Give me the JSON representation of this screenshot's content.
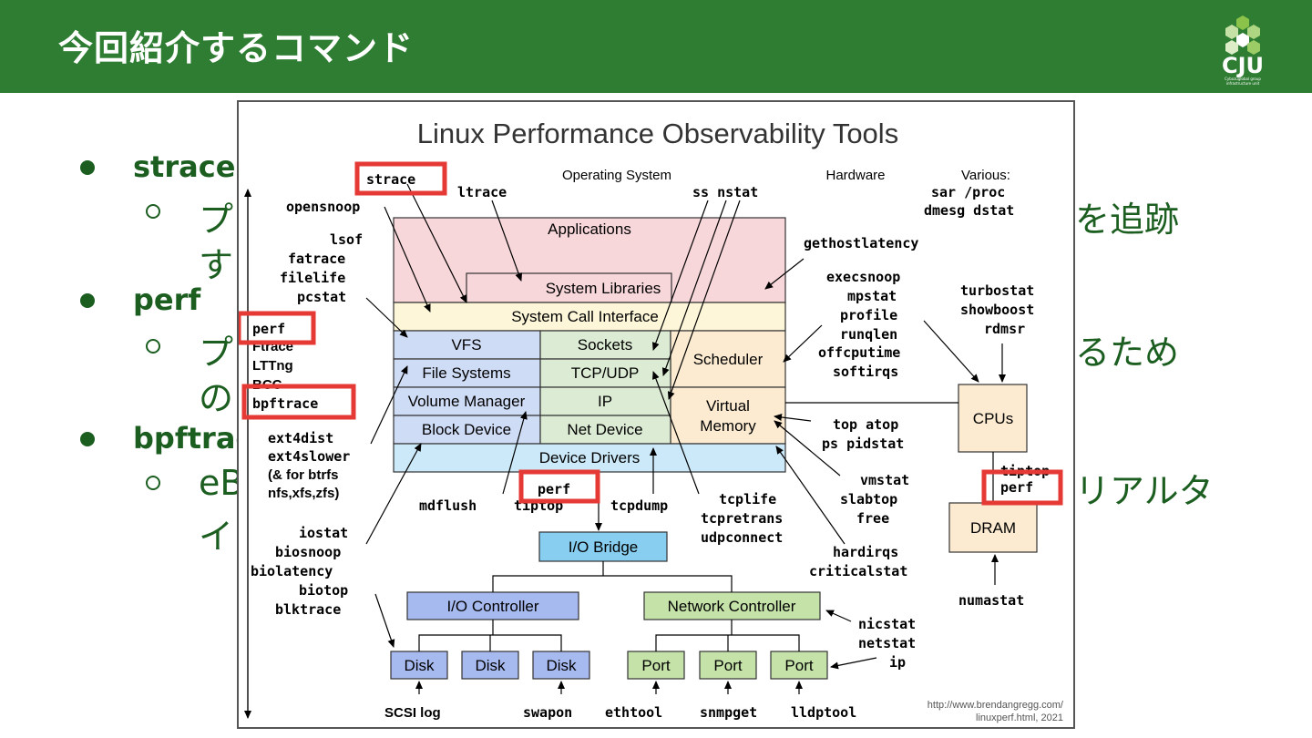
{
  "slide": {
    "title": "今回紹介するコマンド",
    "logo_text": "CJU",
    "logo_subtitle": "Cybozuglobal group infrastructure unit",
    "bullets": [
      {
        "name": "strace",
        "sub_line1": "プ",
        "sub_line1_right": "を追跡",
        "sub_line2": "す"
      },
      {
        "name": "perf",
        "sub_line1": "プ",
        "sub_line1_right": "るため",
        "sub_line2": "の"
      },
      {
        "name": "bpftrac",
        "sub_line1": "eB",
        "sub_line1_right": "リアルタ",
        "sub_line2": "イ"
      }
    ]
  },
  "diagram": {
    "title": "Linux Performance Observability Tools",
    "headings": {
      "os": "Operating System",
      "hw": "Hardware",
      "various": "Various:"
    },
    "various_tools": [
      "sar /proc",
      "dmesg dstat"
    ],
    "layers": {
      "applications": "Applications",
      "system_libraries": "System Libraries",
      "system_call_interface": "System Call Interface",
      "vfs": "VFS",
      "sockets": "Sockets",
      "scheduler": "Scheduler",
      "file_systems": "File Systems",
      "tcp_udp": "TCP/UDP",
      "volume_manager": "Volume Manager",
      "ip": "IP",
      "virtual_memory_1": "Virtual",
      "virtual_memory_2": "Memory",
      "block_device": "Block Device",
      "net_device": "Net Device",
      "device_drivers": "Device Drivers",
      "io_bridge": "I/O Bridge",
      "io_controller": "I/O Controller",
      "network_controller": "Network Controller",
      "disk": "Disk",
      "port": "Port",
      "cpus": "CPUs",
      "dram": "DRAM"
    },
    "tools": {
      "strace": "strace",
      "ltrace": "ltrace",
      "ss_nstat": "ss nstat",
      "opensnoop": "opensnoop",
      "lsof": "lsof",
      "fatrace": "fatrace",
      "filelife": "filelife",
      "pcstat": "pcstat",
      "perf": "perf",
      "ftrace": "Ftrace",
      "lttng": "LTTng",
      "bcc": "BCC",
      "bpftrace": "bpftrace",
      "ext4dist": "ext4dist",
      "ext4slower": "ext4slower",
      "for_btrfs": "(& for btrfs",
      "nfs_xfs_zfs": "nfs,xfs,zfs)",
      "iostat": "iostat",
      "biosnoop": "biosnoop",
      "biolatency": "biolatency",
      "biotop": "biotop",
      "blktrace": "blktrace",
      "gethostlatency": "gethostlatency",
      "execsnoop": "execsnoop",
      "mpstat": "mpstat",
      "profile": "profile",
      "runqlen": "runqlen",
      "offcputime": "offcputime",
      "softirqs": "softirqs",
      "turbostat": "turbostat",
      "showboost": "showboost",
      "rdmsr": "rdmsr",
      "top_atop": "top atop",
      "ps_pidstat": "ps pidstat",
      "vmstat": "vmstat",
      "slabtop": "slabtop",
      "free": "free",
      "hardirqs": "hardirqs",
      "criticalstat": "criticalstat",
      "mdflush": "mdflush",
      "tiptop": "tiptop",
      "tcpdump": "tcpdump",
      "tcplife": "tcplife",
      "tcpretrans": "tcpretrans",
      "udpconnect": "udpconnect",
      "numastat": "numastat",
      "nicstat": "nicstat",
      "netstat": "netstat",
      "ip": "ip",
      "scsi_log": "SCSI log",
      "swapon": "swapon",
      "ethtool": "ethtool",
      "snmpget": "snmpget",
      "lldptool": "lldptool"
    },
    "credit_line1": "http://www.brendangregg.com/",
    "credit_line2": "linuxperf.html, 2021",
    "colors": {
      "header_green": "#2e7d32",
      "highlight_red": "#e53935",
      "applications_pink": "#f8d7da",
      "syscall_yellow": "#fdf6d8",
      "vfs_blue": "#cfdcf5",
      "net_green": "#dcebd3",
      "sched_peach": "#fcebd0",
      "drivers_cyan": "#cbe9f8"
    }
  }
}
